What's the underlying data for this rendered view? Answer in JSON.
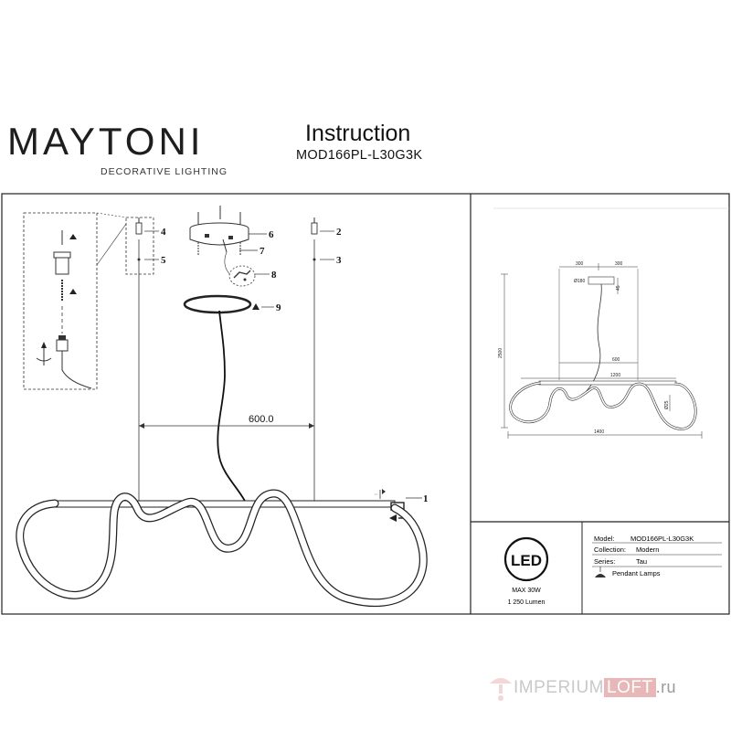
{
  "header": {
    "brand": "MAYTONI",
    "brand_tagline": "DECORATIVE LIGHTING",
    "title": "Instruction",
    "model": "MOD166PL-L30G3K"
  },
  "diagram": {
    "callouts": [
      "1",
      "2",
      "3",
      "4",
      "5",
      "6",
      "7",
      "8",
      "9"
    ],
    "main_dimension": "600.0",
    "small_dims": {
      "top_left": "300",
      "top_right": "300",
      "canopy_dia": "Ø180",
      "canopy_h": "45",
      "height": "2500",
      "mid_width": "600",
      "bar_width": "1200",
      "loop_h": "Ø25",
      "total_width": "1400"
    }
  },
  "info_table": {
    "led_badge": "LED",
    "max_power": "MAX 30W",
    "lumen": "1 250 Lumen",
    "rows": [
      {
        "label": "Model:",
        "value": "MOD166PL-L30G3K"
      },
      {
        "label": "Collection:",
        "value": "Modern"
      },
      {
        "label": "Series:",
        "value": "Tau"
      },
      {
        "label": "",
        "value": "Pendant Lamps"
      }
    ]
  },
  "watermark": {
    "part1": "IMPERIUM",
    "part2": "LOFT",
    "part3": ".ru"
  }
}
